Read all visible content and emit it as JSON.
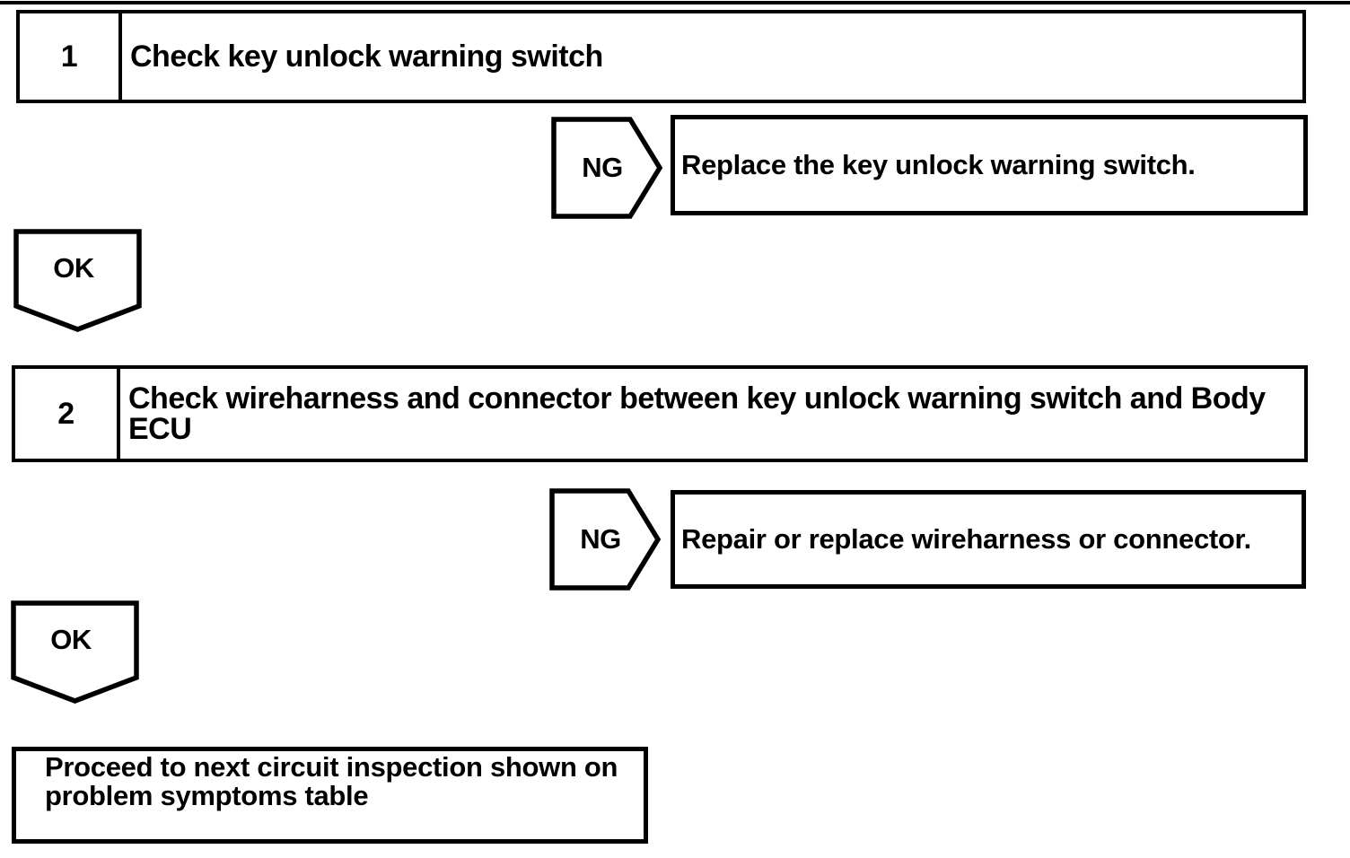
{
  "colors": {
    "ink": "#000000",
    "paper": "#ffffff"
  },
  "labels": {
    "ng": "NG",
    "ok": "OK"
  },
  "steps": [
    {
      "number": "1",
      "title": "Check key unlock warning switch",
      "title_lines": [
        "Check key unlock warning switch"
      ],
      "ng_action": "Replace the key unlock warning switch."
    },
    {
      "number": "2",
      "title": "Check wireharness and connector between key unlock warning switch and Body ECU",
      "title_lines": [
        "Check wireharness and connector between key unlock warning switch and Body",
        "ECU"
      ],
      "ng_action": "Repair or replace wireharness or connector."
    }
  ],
  "final_action": {
    "text": "Proceed to next circuit inspection shown on problem symptoms table",
    "text_lines": [
      "Proceed to next circuit inspection shown on",
      "problem symptoms table"
    ]
  }
}
